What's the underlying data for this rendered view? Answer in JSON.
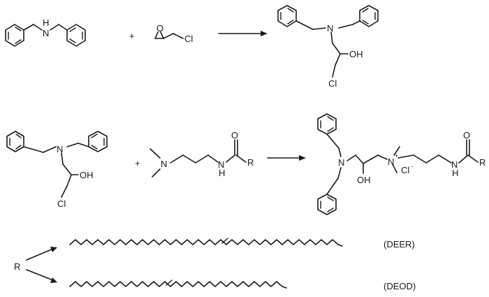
{
  "reaction1": {
    "amine_n": "N",
    "amine_h": "H",
    "plus": "+",
    "epoxide_o": "O",
    "epoxide_cl": "Cl",
    "product_n": "N",
    "product_oh": "OH",
    "product_cl": "Cl"
  },
  "reaction2": {
    "reactant_n": "N",
    "reactant_oh": "OH",
    "reactant_cl": "Cl",
    "plus": "+",
    "amide_n": "N",
    "amide_nh": "N",
    "amide_h": "H",
    "amide_o": "O",
    "amide_r": "R",
    "product_n": "N",
    "product_oh": "OH",
    "product_nplus": "N",
    "product_plus_sign": "+",
    "product_cl": "Cl",
    "product_cl_sign": "-",
    "product_nh": "N",
    "product_h": "H",
    "product_o": "O",
    "product_r": "R"
  },
  "substituents": {
    "r_label": "R",
    "items": [
      {
        "label": "(DEER)"
      },
      {
        "label": "(DEOD)"
      }
    ]
  }
}
